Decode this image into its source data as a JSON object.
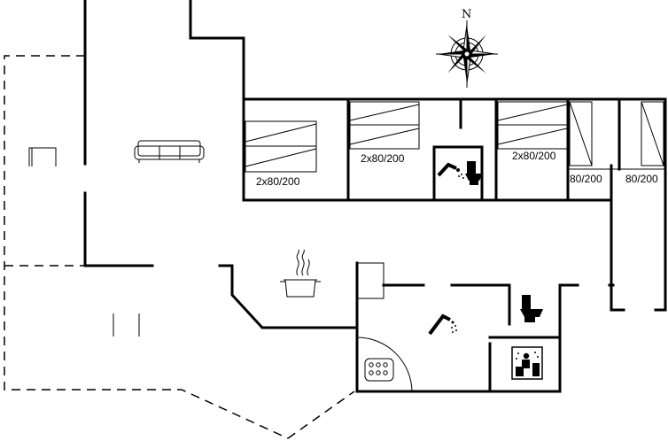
{
  "compass": {
    "north_label": "N"
  },
  "rooms": {
    "bedroom1": {
      "bed_label": "2x80/200"
    },
    "bedroom2": {
      "bed_label": "2x80/200"
    },
    "bedroom3": {
      "bed_label": "2x80/200"
    },
    "bedroom4": {
      "bed_label": "80/200"
    },
    "bedroom5": {
      "bed_label": "80/200"
    }
  },
  "icons": {
    "sofa": "sofa-icon",
    "pot": "cooking-pot-icon",
    "shower": "shower-icon",
    "toilet": "toilet-icon",
    "whirlpool": "whirlpool-icon",
    "sauna": "sauna-icon",
    "compass": "compass-rose-icon"
  }
}
